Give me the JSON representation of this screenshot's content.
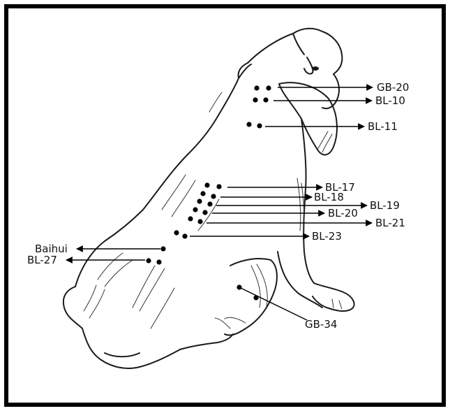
{
  "diagram": {
    "points": [
      {
        "id": "gb20",
        "label": "GB-20",
        "arrow": "right"
      },
      {
        "id": "bl10",
        "label": "BL-10",
        "arrow": "right"
      },
      {
        "id": "bl11",
        "label": "BL-11",
        "arrow": "right"
      },
      {
        "id": "bl17",
        "label": "BL-17",
        "arrow": "right"
      },
      {
        "id": "bl18",
        "label": "BL-18",
        "arrow": "right"
      },
      {
        "id": "bl19",
        "label": "BL-19",
        "arrow": "right"
      },
      {
        "id": "bl20",
        "label": "BL-20",
        "arrow": "right"
      },
      {
        "id": "bl21",
        "label": "BL-21",
        "arrow": "right"
      },
      {
        "id": "bl23",
        "label": "BL-23",
        "arrow": "right"
      },
      {
        "id": "baihui",
        "label": "Baihui",
        "arrow": "left"
      },
      {
        "id": "bl27",
        "label": "BL-27",
        "arrow": "left"
      },
      {
        "id": "gb34",
        "label": "GB-34",
        "arrow": "line"
      }
    ],
    "colors": {
      "ink": "#000000",
      "frame": "#000000",
      "background": "#ffffff"
    }
  }
}
